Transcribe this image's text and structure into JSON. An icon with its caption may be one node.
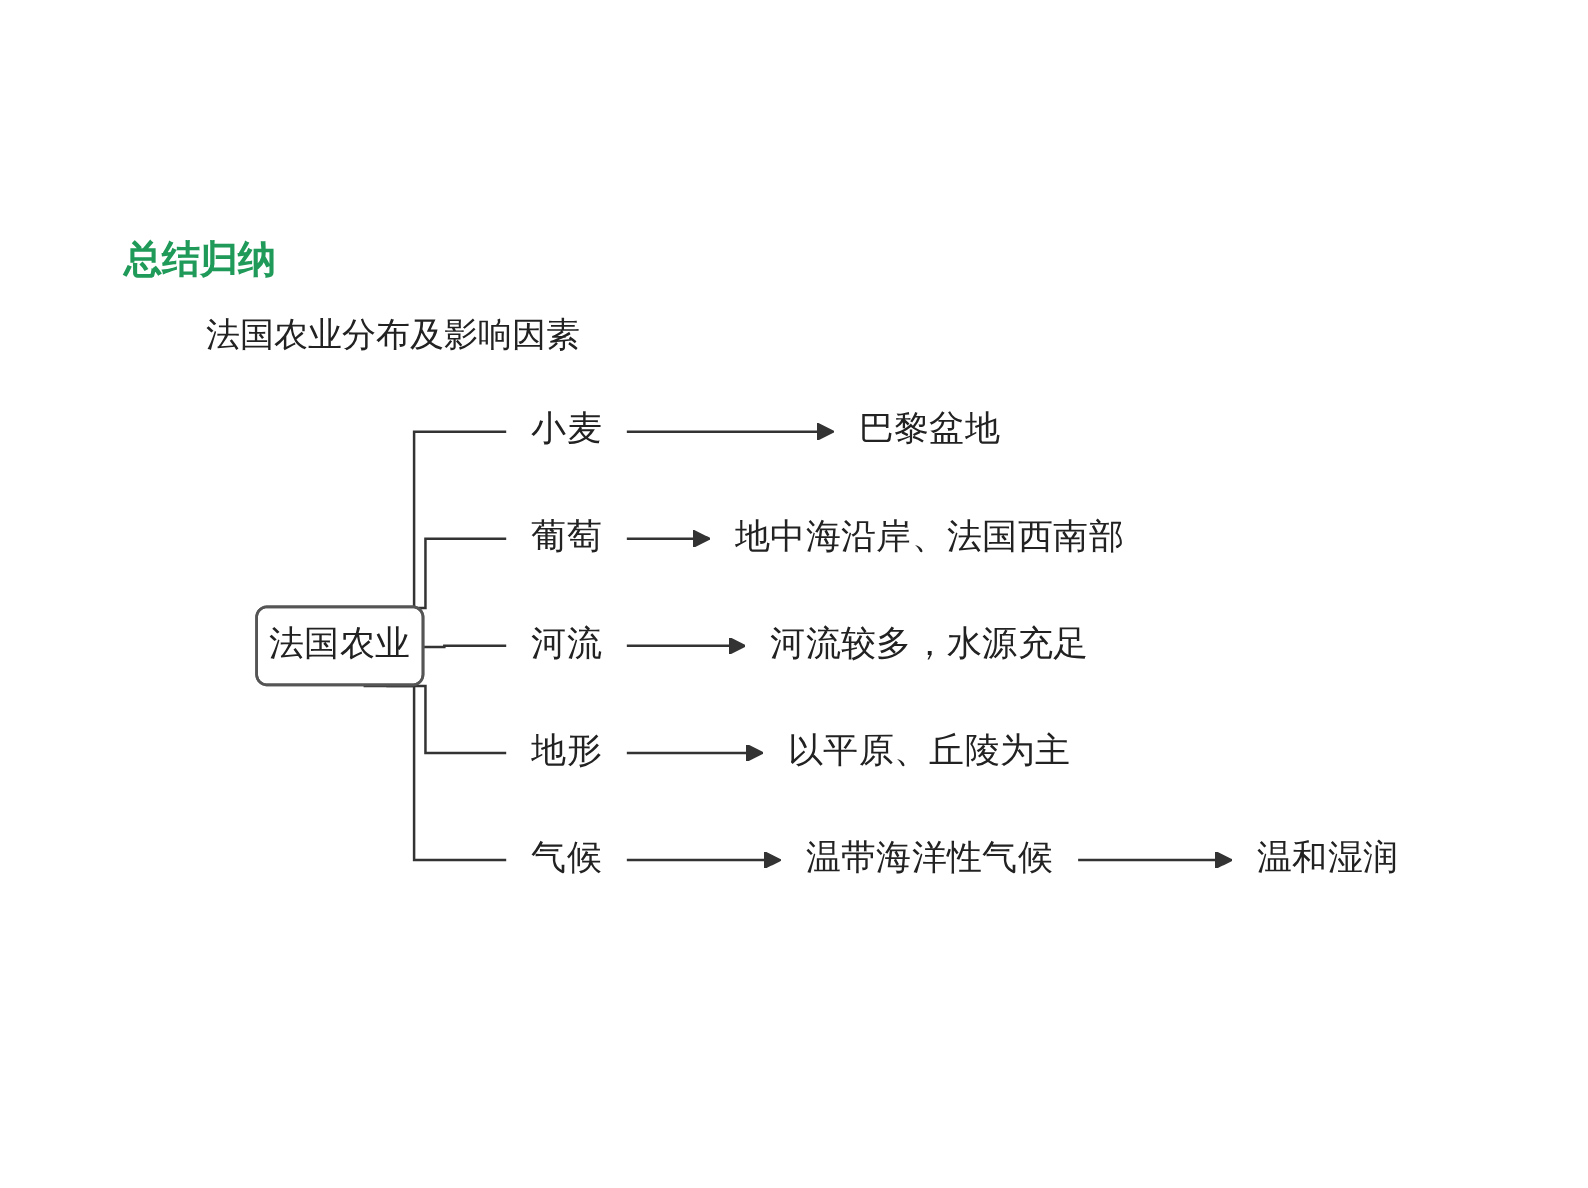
{
  "diagram": {
    "title": "总结归纳",
    "nodes": [
      {
        "text": [
          "法国农业"
        ]
      },
      {
        "text": [
          "小麦"
        ]
      },
      {
        "text": [
          "巴黎盆地"
        ]
      },
      {
        "text": [
          "葡萄"
        ]
      },
      {
        "text": [
          "地中海沿岸、法国西南部"
        ]
      },
      {
        "text": [
          "河流"
        ]
      },
      {
        "text": [
          "河流较多，水源充足"
        ]
      },
      {
        "text": [
          "地形"
        ]
      },
      {
        "text": [
          "以平原、丘陵为主"
        ]
      },
      {
        "text": [
          "气候"
        ]
      },
      {
        "text": [
          "温带海洋性气候"
        ]
      },
      {
        "text": [
          "温和湿润"
        ]
      }
    ],
    "edges": [
      {
        "from": 0,
        "to": 1,
        "arrow": "none"
      },
      {
        "from": 1,
        "to": 2,
        "arrow": "to"
      },
      {
        "from": 0,
        "to": 3,
        "arrow": "none"
      },
      {
        "from": 3,
        "to": 4,
        "arrow": "to"
      },
      {
        "from": 0,
        "to": 5,
        "arrow": "none"
      },
      {
        "from": 5,
        "to": 6,
        "arrow": "to"
      },
      {
        "from": 0,
        "to": 7,
        "arrow": "none"
      },
      {
        "from": 7,
        "to": 8,
        "arrow": "to"
      },
      {
        "from": 0,
        "to": 9,
        "arrow": "none"
      },
      {
        "from": 9,
        "to": 10,
        "arrow": "to"
      },
      {
        "from": 10,
        "to": 11,
        "arrow": "to"
      }
    ],
    "labels": [
      "法国农业分布及影响因素"
    ]
  }
}
